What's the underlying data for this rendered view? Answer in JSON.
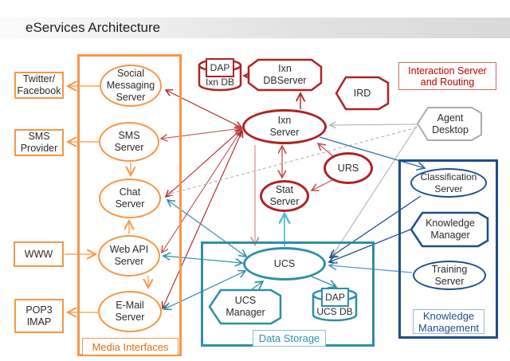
{
  "title": "eServices Architecture",
  "colors": {
    "orange": "#F79646",
    "dark_red": "#AF2224",
    "soft_red": "#C0504D",
    "pink": "#D99694",
    "teal": "#2E8FA6",
    "cyan": "#4BB8D8",
    "navy": "#1F4E8C",
    "blue": "#2E6DA8",
    "light_blue": "#5B9BD5",
    "gray": "#ABABAB",
    "title_band": "#d9d9d9"
  },
  "external": {
    "twitter": "Twitter/\nFacebook",
    "sms_provider": "SMS\nProvider",
    "www": "WWW",
    "pop3": "POP3\nIMAP"
  },
  "media": {
    "zone_label": "Media Interfaces",
    "social": "Social\nMessaging\nServer",
    "sms": "SMS\nServer",
    "chat": "Chat\nServer",
    "webapi": "Web API\nServer",
    "email": "E-Mail\nServer"
  },
  "interaction": {
    "zone_label": "Interaction Server\nand Routing",
    "dap_ixn_title": "DAP",
    "dap_ixn_db": "Ixn DB",
    "ixn_dbserver": "Ixn\nDBServer",
    "ird": "IRD",
    "ixn_server": "Ixn\nServer",
    "urs": "URS",
    "stat_server": "Stat\nServer"
  },
  "agent_desktop": "Agent\nDesktop",
  "data_storage": {
    "zone_label": "Data Storage",
    "ucs": "UCS",
    "ucs_manager": "UCS\nManager",
    "dap_ucs_title": "DAP",
    "dap_ucs_db": "UCS DB"
  },
  "knowledge": {
    "zone_label": "Knowledge\nManagement",
    "classification": "Classification\nServer",
    "manager": "Knowledge\nManager",
    "training": "Training\nServer"
  }
}
